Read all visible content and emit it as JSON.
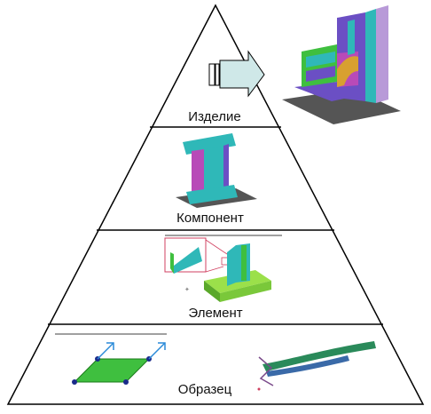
{
  "levels": [
    {
      "id": "product",
      "label": "Изделие"
    },
    {
      "id": "component",
      "label": "Компонент"
    },
    {
      "id": "element",
      "label": "Элемент"
    },
    {
      "id": "specimen",
      "label": "Образец"
    }
  ],
  "colors": {
    "outline": "#000000",
    "arrow_fill": "#cfe8e8",
    "teal": "#2fb8b8",
    "purple": "#6b4fc4",
    "magenta": "#b84ab8",
    "green": "#3fbf3f",
    "lime": "#9be04a",
    "gray_base": "#555555",
    "blue_marker": "#1a2a8a",
    "cyan_arrow": "#2a8ad8"
  },
  "icons": {
    "hierarchy_arrow": "right-arrow-icon",
    "vector": "arrow-icon"
  }
}
